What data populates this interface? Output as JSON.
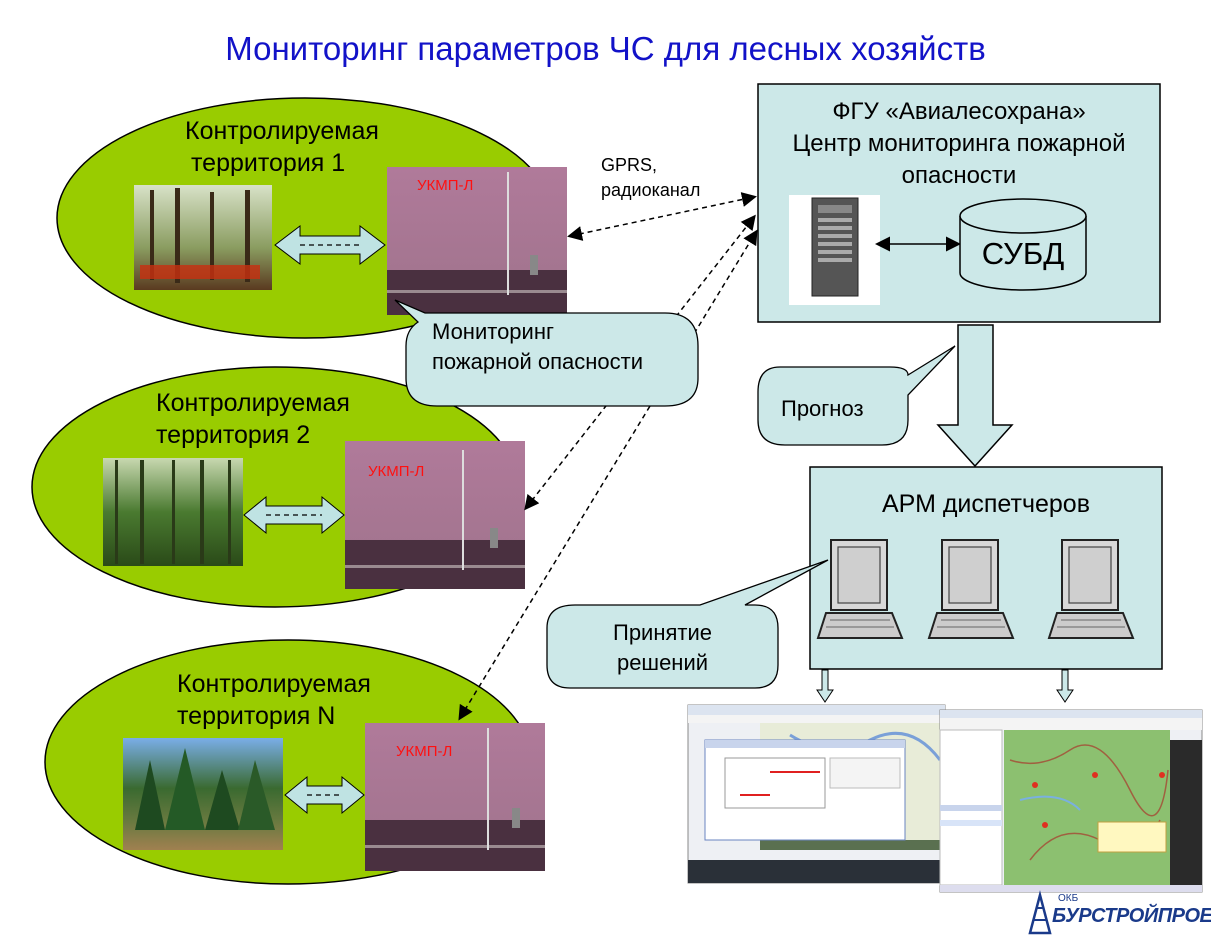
{
  "title": "Мониторинг параметров ЧС для лесных хозяйств",
  "territories": [
    {
      "line1": "Контролируемая",
      "line2": "территория 1",
      "device": "УКМП-Л"
    },
    {
      "line1": "Контролируемая",
      "line2": "территория 2",
      "device": "УКМП-Л"
    },
    {
      "line1": "Контролируемая",
      "line2": "территория N",
      "device": "УКМП-Л"
    }
  ],
  "link_label": {
    "line1": "GPRS,",
    "line2": "радиоканал"
  },
  "center": {
    "line1": "ФГУ «Авиалесохрана»",
    "line2": "Центр мониторинга пожарной",
    "line3": "опасности",
    "db": "СУБД"
  },
  "callouts": {
    "monitoring_line1": "Мониторинг",
    "monitoring_line2": "пожарной опасности",
    "forecast": "Прогноз",
    "decisions_line1": "Принятие",
    "decisions_line2": "решений"
  },
  "arm": {
    "title": "АРМ диспетчеров"
  },
  "logo": {
    "small": "ОКБ",
    "name": "БУРСТРОЙПРОЕКТ"
  },
  "colors": {
    "ellipse": "#99cc00",
    "box": "#cce8e8",
    "callout": "#cce8e8",
    "title": "#1212c8",
    "device_label": "#ff1010"
  }
}
